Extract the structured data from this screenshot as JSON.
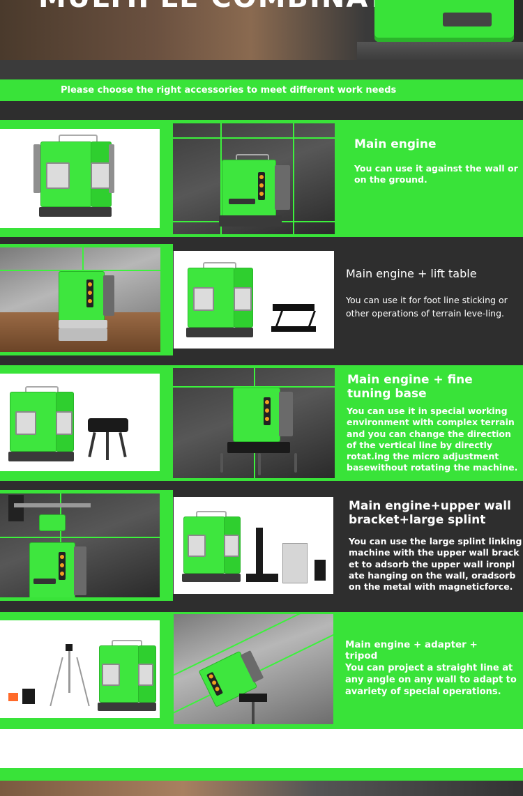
{
  "header": {
    "title": "MULTIPLE COMBINATION"
  },
  "banner": {
    "text": "Please choose the right accessories to meet different work needs"
  },
  "colors": {
    "accent_green": "#39e339",
    "dark_background": "#2e2e2e",
    "text": "#ffffff"
  },
  "combinations": [
    {
      "title": "Main engine",
      "description": "You can use it against the wall or on the ground."
    },
    {
      "title": "Main engine + lift table",
      "description": "You can use it for foot line sticking or other operations of terrain leve-ling."
    },
    {
      "title": "Main engine + fine tuning base",
      "description": "You can use it in special working environment with complex terrain and you can change the direction of the vertical line by directly rotat.ing the micro adjustment basewithout rotating the machine."
    },
    {
      "title": "Main engine+upper wall bracket+large splint",
      "description": "You can use the large splint linking machine with the upper wall brack et to adsorb the upper wall ironpl ate hanging on the wall, oradsorb on the metal with magneticforce."
    },
    {
      "title": "Main engine + adapter + tripod",
      "description": "You can project a straight line at any angle on any wall to adapt to avariety of special operations."
    }
  ]
}
